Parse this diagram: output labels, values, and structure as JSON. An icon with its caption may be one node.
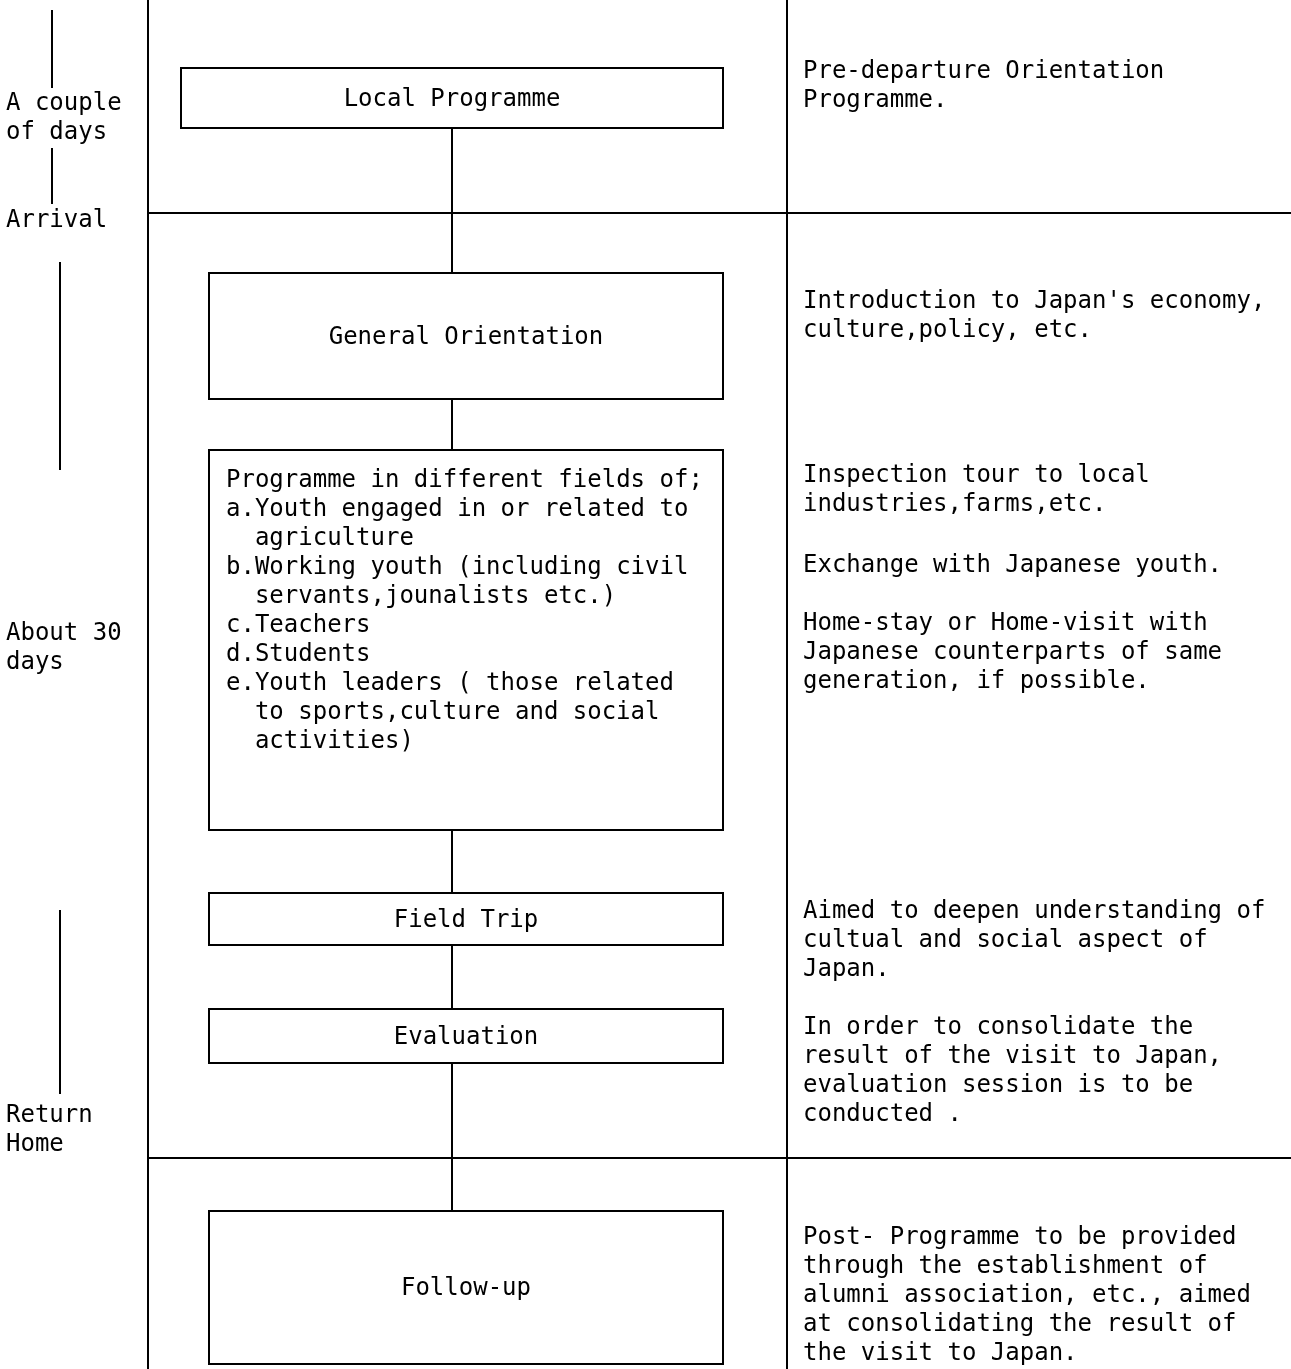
{
  "diagram": {
    "nodes": [
      {
        "text": [
          "Local Programme"
        ]
      },
      {
        "text": [
          "General Orientation"
        ]
      },
      {
        "text": [
          "Programme in different fields of;",
          "a.Youth engaged in or related to agriculture",
          "b.Working youth (including civil servants,jounalists etc.)",
          "c.Teachers",
          "d.Students",
          "e.Youth leaders ( those related to sports,culture and social activities)"
        ]
      },
      {
        "text": [
          "Field Trip"
        ]
      },
      {
        "text": [
          "Evaluation"
        ]
      },
      {
        "text": [
          "Follow-up"
        ]
      }
    ],
    "edges": [
      {
        "from": 0,
        "to": 1,
        "arrow": "none"
      },
      {
        "from": 1,
        "to": 2,
        "arrow": "none"
      },
      {
        "from": 2,
        "to": 3,
        "arrow": "none"
      },
      {
        "from": 3,
        "to": 4,
        "arrow": "none"
      },
      {
        "from": 4,
        "to": 5,
        "arrow": "none"
      }
    ],
    "labels": [
      "Pre-departure Orientation Programme.",
      "A couple of days",
      "Arrival",
      "Introduction to Japan's economy, culture,policy, etc.",
      "Inspection tour to local industries,farms,etc.",
      "Exchange with Japanese youth.",
      "About 30 days",
      "Home-stay or Home-visit with Japanese counterparts of same generation, if possible.",
      "Aimed to deepen understanding of cultual and social aspect of Japan.",
      "In order to consolidate the result of the visit to Japan, evaluation session is to be conducted .",
      "Return Home",
      "Post- Programme to be provided through the establishment of alumni association, etc., aimed at consolidating the result of the visit to Japan."
    ]
  }
}
